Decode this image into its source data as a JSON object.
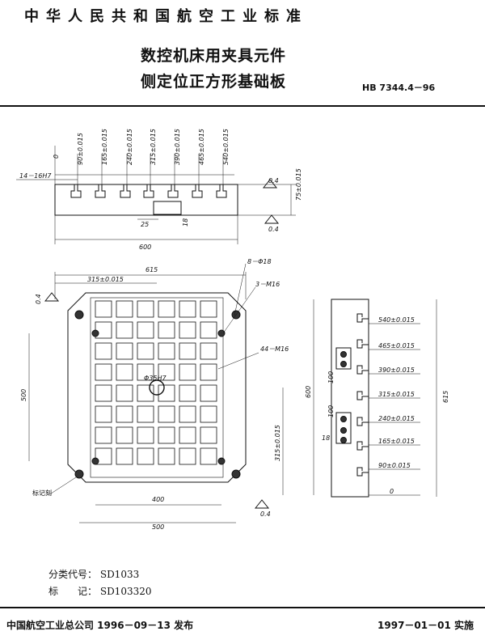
{
  "header": {
    "standard_org": "中华人民共和国航空工业标准"
  },
  "title": {
    "line1": "数控机床用夹具元件",
    "line2": "侧定位正方形基础板"
  },
  "standard_code": "HB 7344.4－96",
  "top_view": {
    "dims": [
      "0",
      "90±0.015",
      "165±0.015",
      "240±0.015",
      "315±0.015",
      "390±0.015",
      "465±0.015",
      "540±0.015"
    ],
    "slot_label": "14－16H7",
    "height_label": "75±0.015",
    "flat_label": "0.4",
    "hole_offset": "25",
    "hole_spacing": "18",
    "length": "600"
  },
  "plan_view": {
    "overall": "615",
    "half": "315±0.015",
    "holes_big": "8－Φ18",
    "holes_thread": "3－M16",
    "holes_grid": "44－M16",
    "center_hole": "Φ35H7",
    "left_dim": "500",
    "right_dim": "315±0.015",
    "bottom_inner": "400",
    "bottom_outer": "500",
    "marking": "标记刻",
    "flat_top": "0.4",
    "flat_bottom": "0.4"
  },
  "side_view": {
    "dims": [
      "540±0.015",
      "465±0.015",
      "390±0.015",
      "315±0.015",
      "240±0.015",
      "165±0.015",
      "90±0.015",
      "0"
    ],
    "left_height": "600",
    "right_height": "615",
    "spacing_a": "100",
    "spacing_b": "100",
    "spacing_c": "18"
  },
  "classification": {
    "label": "分类代号：",
    "value": "SD1033"
  },
  "marking": {
    "label": "标　　记：",
    "value": "SD103320"
  },
  "footer": {
    "issuer": "中国航空工业总公司 1996－09－13 发布",
    "effective": "1997－01－01 实施"
  }
}
